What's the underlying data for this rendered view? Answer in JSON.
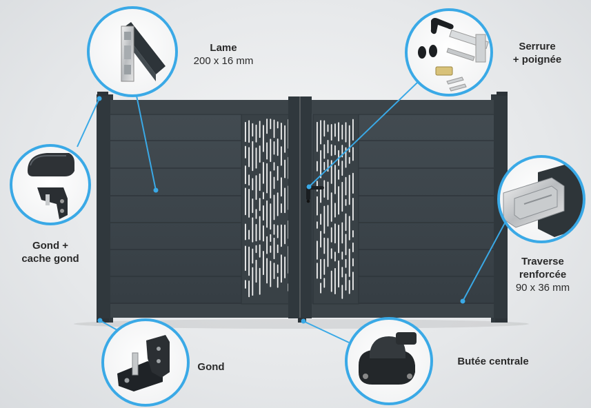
{
  "accent_color": "#3aa9e6",
  "gate_color": "#3a4349",
  "callouts": {
    "lame": {
      "title": "Lame",
      "dimension": "200 x 16 mm"
    },
    "serrure": {
      "line1": "Serrure",
      "line2": "+ poignée"
    },
    "gond_cache": {
      "line1": "Gond +",
      "line2": "cache gond"
    },
    "traverse": {
      "line1": "Traverse",
      "line2": "renforcée",
      "dimension": "90 x 36 mm"
    },
    "gond": {
      "title": "Gond"
    },
    "butee": {
      "title": "Butée centrale"
    }
  },
  "icons": {
    "lame": "aluminium-slat-profile-icon",
    "serrure": "lock-and-handle-icon",
    "gond_cache": "hinge-with-cover-icon",
    "traverse": "reinforced-crossbar-profile-icon",
    "gond": "hinge-icon",
    "butee": "central-stop-icon"
  }
}
